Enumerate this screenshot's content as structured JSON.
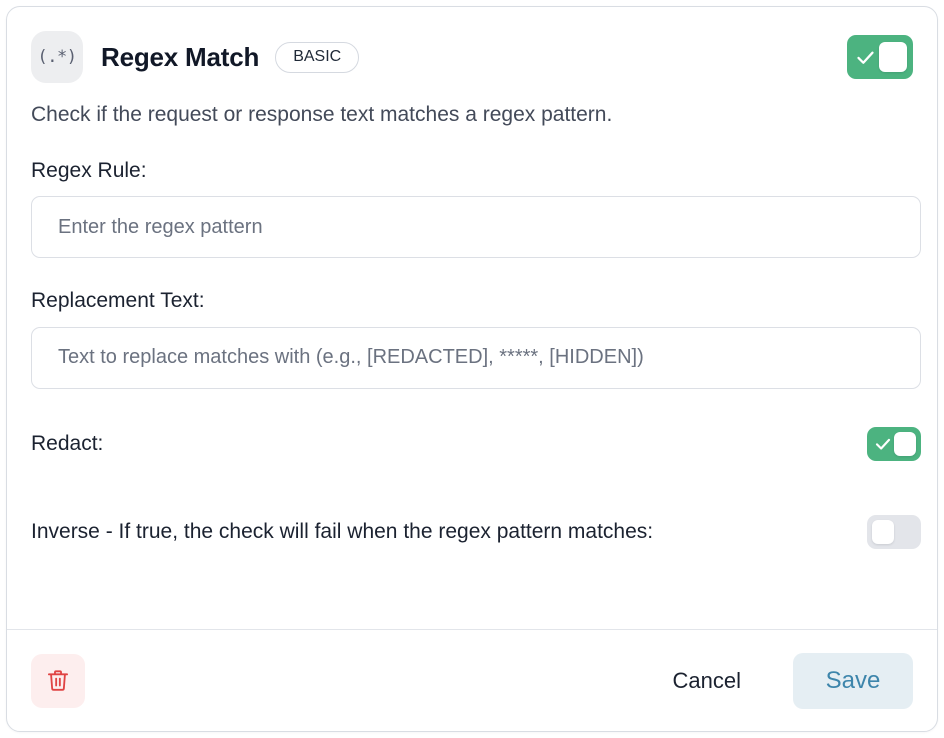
{
  "card": {
    "header": {
      "icon_text": "(.*)",
      "icon_name": "regex-icon",
      "title": "Regex Match",
      "tier_badge": "BASIC",
      "enabled_toggle": {
        "state": "on",
        "aria_label": "Enable Regex Match"
      }
    },
    "description": "Check if the request or response text matches a regex pattern.",
    "fields": [
      {
        "label": "Regex Rule:",
        "placeholder": "Enter the regex pattern",
        "value": ""
      },
      {
        "label": "Replacement Text:",
        "placeholder": "Text to replace matches with (e.g., [REDACTED], *****, [HIDDEN])",
        "value": ""
      }
    ],
    "switches": [
      {
        "label": "Redact:",
        "state": "on"
      },
      {
        "label": "Inverse - If true, the check will fail when the regex pattern matches:",
        "state": "off"
      }
    ],
    "footer": {
      "delete_label": "Delete",
      "cancel_label": "Cancel",
      "save_label": "Save"
    }
  },
  "colors": {
    "toggle_on": "#4cb380",
    "toggle_off": "#e3e5ea",
    "save_text": "#3d85ab",
    "save_bg": "#e5eef3",
    "delete_icon": "#e04343",
    "delete_bg": "#fdeeee",
    "title_text": "#111827",
    "body_text": "#434a59",
    "placeholder_text": "#6b7280",
    "card_border": "#d9dde3"
  }
}
